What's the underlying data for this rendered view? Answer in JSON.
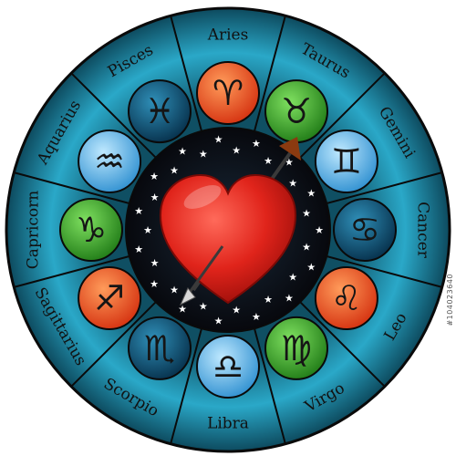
{
  "image_id_text": "#104023640",
  "center_icon": "heart-with-arrow-icon",
  "colors": {
    "ring_outer": "#0f4f63",
    "ring_mid": "#2aa8c8",
    "ring_border": "#0a0a0a",
    "center_bg": "#101018",
    "heart": "#e0241b",
    "fire": "#e8411a",
    "earth": "#2e9d22",
    "air": "#4fb6e8",
    "water": "#0b4e78"
  },
  "signs": [
    {
      "name": "Aries",
      "glyph": "♈",
      "element": "fire",
      "icon": "aries-icon"
    },
    {
      "name": "Taurus",
      "glyph": "♉",
      "element": "earth",
      "icon": "taurus-icon"
    },
    {
      "name": "Gemini",
      "glyph": "♊",
      "element": "air",
      "icon": "gemini-icon"
    },
    {
      "name": "Cancer",
      "glyph": "♋",
      "element": "water",
      "icon": "cancer-icon"
    },
    {
      "name": "Leo",
      "glyph": "♌",
      "element": "fire",
      "icon": "leo-icon"
    },
    {
      "name": "Virgo",
      "glyph": "♍",
      "element": "earth",
      "icon": "virgo-icon"
    },
    {
      "name": "Libra",
      "glyph": "♎",
      "element": "air",
      "icon": "libra-icon"
    },
    {
      "name": "Scorpio",
      "glyph": "♏",
      "element": "water",
      "icon": "scorpio-icon"
    },
    {
      "name": "Sagittarius",
      "glyph": "♐",
      "element": "fire",
      "icon": "sagittarius-icon"
    },
    {
      "name": "Capricorn",
      "glyph": "♑",
      "element": "earth",
      "icon": "capricorn-icon"
    },
    {
      "name": "Aquarius",
      "glyph": "♒",
      "element": "air",
      "icon": "aquarius-icon"
    },
    {
      "name": "Pisces",
      "glyph": "♓",
      "element": "water",
      "icon": "pisces-icon"
    }
  ]
}
